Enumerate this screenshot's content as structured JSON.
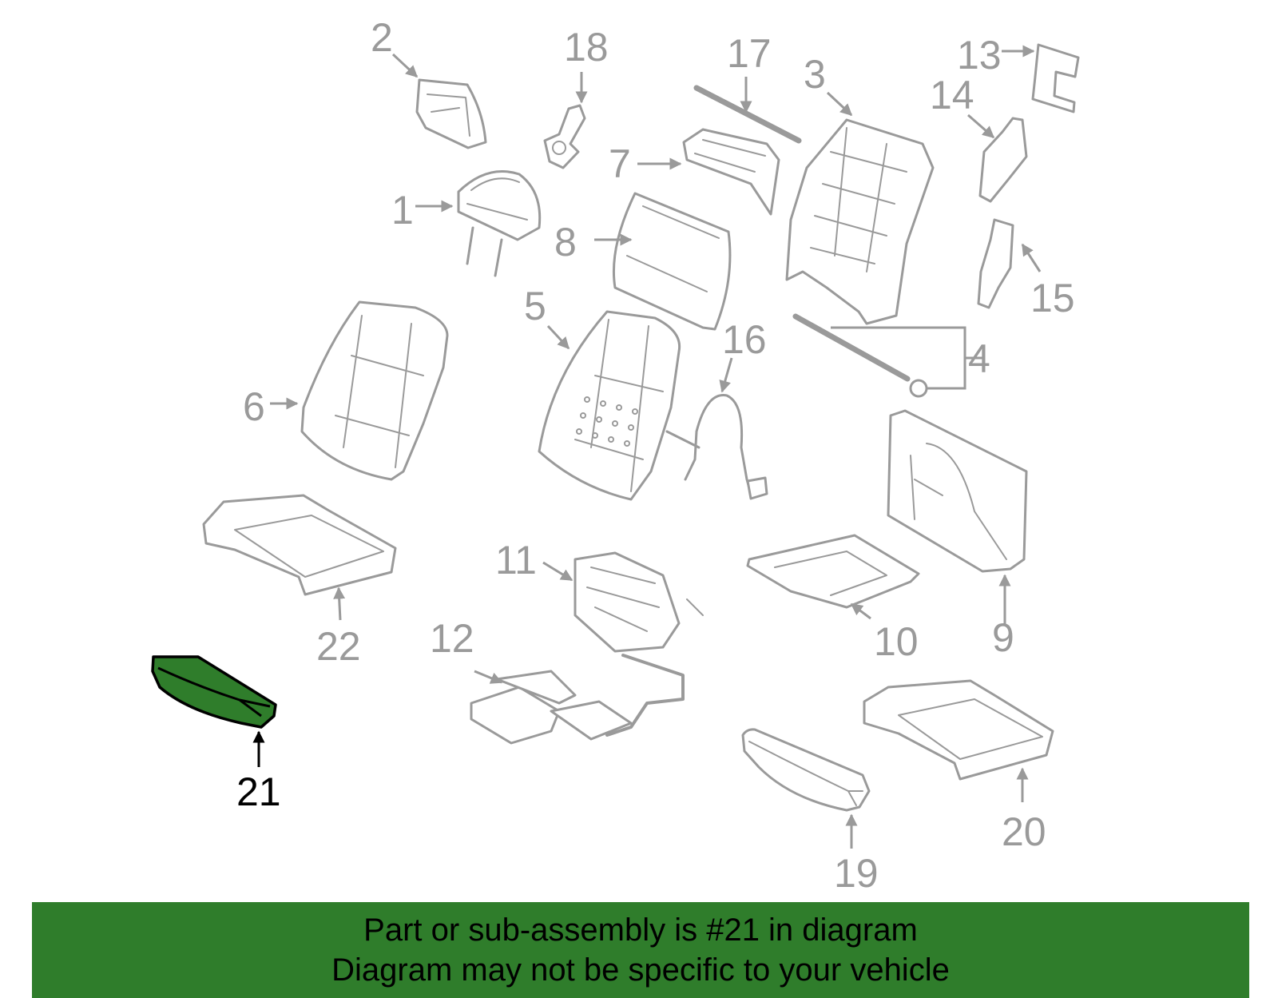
{
  "diagram": {
    "callouts": {
      "c1": "1",
      "c2": "2",
      "c3": "3",
      "c4": "4",
      "c5": "5",
      "c6": "6",
      "c7": "7",
      "c8": "8",
      "c9": "9",
      "c10": "10",
      "c11": "11",
      "c12": "12",
      "c13": "13",
      "c14": "14",
      "c15": "15",
      "c16": "16",
      "c17": "17",
      "c18": "18",
      "c19": "19",
      "c20": "20",
      "c21": "21",
      "c22": "22"
    },
    "highlighted_part": "21"
  },
  "banner": {
    "line1": "Part or sub-assembly is #21 in diagram",
    "line2": "Diagram may not be specific to your vehicle"
  },
  "colors": {
    "part_outline": "#9a9a9a",
    "highlight_fill": "#2f7d2b",
    "banner_bg": "#2f7d2b",
    "text_dark": "#000000"
  }
}
